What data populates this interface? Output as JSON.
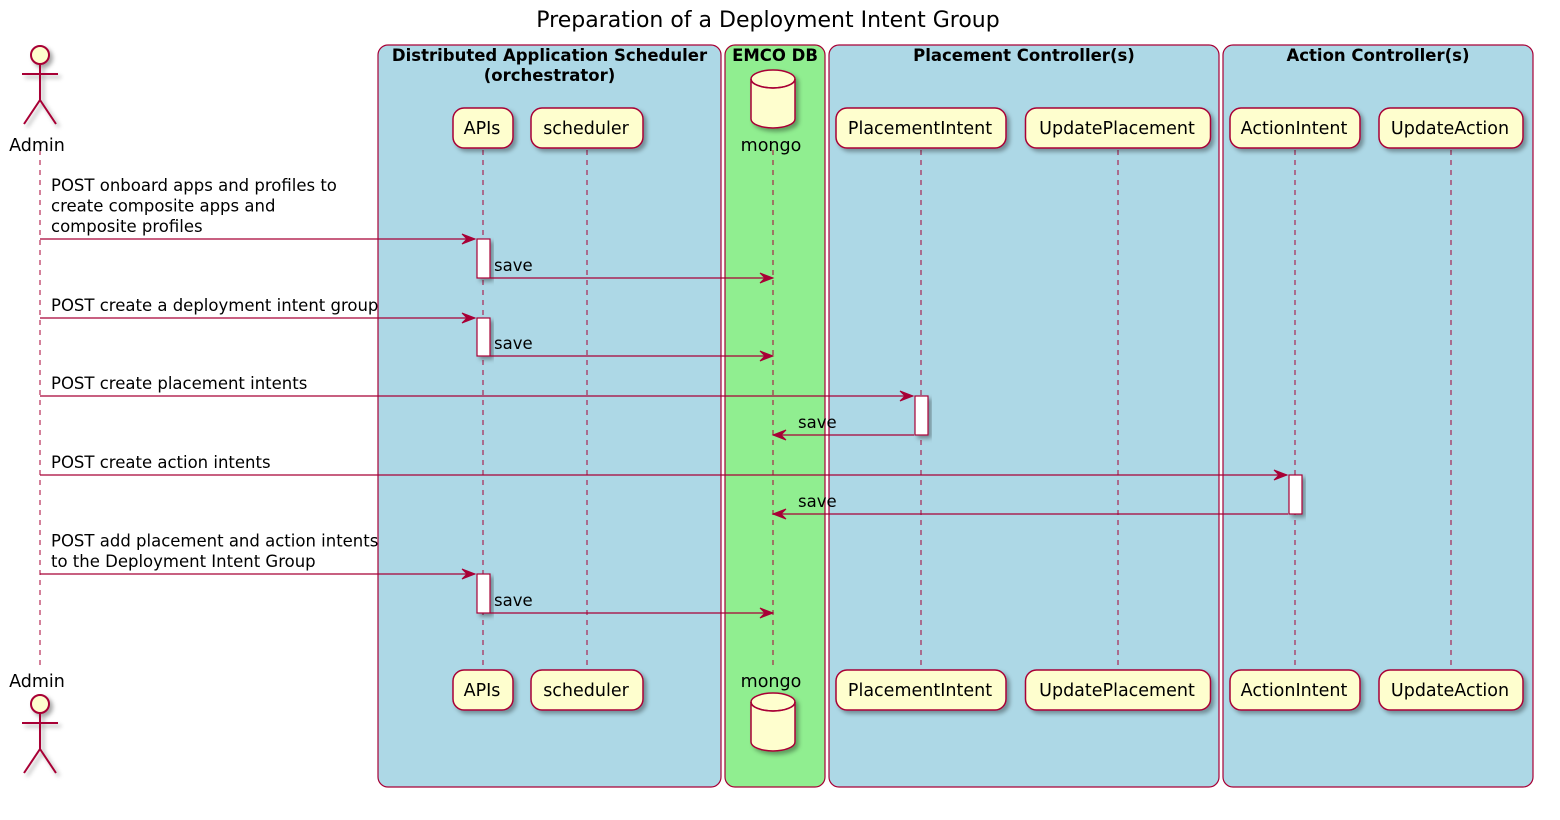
{
  "title": "Preparation of a Deployment Intent Group",
  "colors": {
    "box_blue": "#ADD8E6",
    "box_green": "#90EE90",
    "border": "#A80036",
    "participant_fill": "#FEFECE",
    "arrow": "#A80036"
  },
  "actor": {
    "id": "admin",
    "label": "Admin"
  },
  "boxes": [
    {
      "id": "das",
      "title_lines": [
        "Distributed Application Scheduler",
        "(orchestrator)"
      ],
      "color": "#ADD8E6"
    },
    {
      "id": "db",
      "title_lines": [
        "EMCO DB"
      ],
      "color": "#90EE90"
    },
    {
      "id": "pc",
      "title_lines": [
        "Placement Controller(s)"
      ],
      "color": "#ADD8E6"
    },
    {
      "id": "ac",
      "title_lines": [
        "Action Controller(s)"
      ],
      "color": "#ADD8E6"
    }
  ],
  "participants": [
    {
      "id": "apis",
      "label": "APIs",
      "kind": "participant"
    },
    {
      "id": "scheduler",
      "label": "scheduler",
      "kind": "participant"
    },
    {
      "id": "mongo",
      "label": "mongo",
      "kind": "database"
    },
    {
      "id": "placementintent",
      "label": "PlacementIntent",
      "kind": "participant"
    },
    {
      "id": "updateplacement",
      "label": "UpdatePlacement",
      "kind": "participant"
    },
    {
      "id": "actionintent",
      "label": "ActionIntent",
      "kind": "participant"
    },
    {
      "id": "updateaction",
      "label": "UpdateAction",
      "kind": "participant"
    }
  ],
  "messages": [
    {
      "from": "admin",
      "to": "apis",
      "lines": [
        "POST onboard apps and profiles to",
        "create composite apps and",
        "composite profiles"
      ]
    },
    {
      "from": "apis",
      "to": "mongo",
      "lines": [
        "save"
      ]
    },
    {
      "from": "admin",
      "to": "apis",
      "lines": [
        "POST create a deployment intent group"
      ]
    },
    {
      "from": "apis",
      "to": "mongo",
      "lines": [
        "save"
      ]
    },
    {
      "from": "admin",
      "to": "placementintent",
      "lines": [
        "POST create placement intents"
      ]
    },
    {
      "from": "placementintent",
      "to": "mongo",
      "lines": [
        "save"
      ]
    },
    {
      "from": "admin",
      "to": "actionintent",
      "lines": [
        "POST create action intents"
      ]
    },
    {
      "from": "actionintent",
      "to": "mongo",
      "lines": [
        "save"
      ]
    },
    {
      "from": "admin",
      "to": "apis",
      "lines": [
        "POST add placement and action intents",
        "to the Deployment Intent Group"
      ]
    },
    {
      "from": "apis",
      "to": "mongo",
      "lines": [
        "save"
      ]
    }
  ]
}
